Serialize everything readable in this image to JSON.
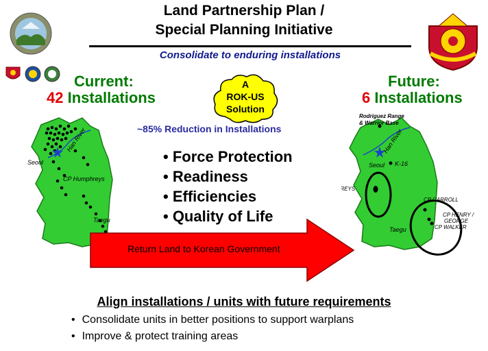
{
  "header": {
    "title_line1": "Land Partnership Plan /",
    "title_line2": "Special Planning Initiative",
    "subtitle": "Consolidate to enduring installations"
  },
  "current": {
    "label": "Current:",
    "count": "42",
    "suffix": "Installations"
  },
  "future": {
    "label": "Future:",
    "count": "6",
    "suffix": "Installations"
  },
  "cloud": {
    "line1": "A",
    "line2": "ROK-US",
    "line3": "Solution"
  },
  "reduction_text": "~85% Reduction in Installations",
  "benefits": [
    "• Force Protection",
    "• Readiness",
    "• Efficiencies",
    "• Quality of Life"
  ],
  "arrow_label": "Return Land to Korean Government",
  "left_map": {
    "seoul": "Seoul",
    "han_river": "Han River",
    "humphreys": "CP Humphreys",
    "taegu": "Taegu"
  },
  "right_map": {
    "rodriguez": "Rodriguez Range",
    "warrior": "& Warrior Base",
    "han_river": "Han River",
    "seoul": "Seoul",
    "k16": "K-16",
    "humphreys": "CP HUMPHREYS",
    "carroll": "CP CARROLL",
    "henry": "CP HENRY /",
    "george": "GEORGE",
    "walker": "CP WALKER",
    "taegu": "Taegu"
  },
  "bottom": {
    "heading": "Align installations / units with future requirements",
    "items": [
      "Consolidate units in better positions to support warplans",
      "Improve & protect training areas"
    ]
  },
  "colors": {
    "map_green": "#33cc33",
    "arrow_red": "#ff0000",
    "cloud_yellow": "#ffff00",
    "title_blue": "#101a8c",
    "heading_green": "#007a00"
  }
}
